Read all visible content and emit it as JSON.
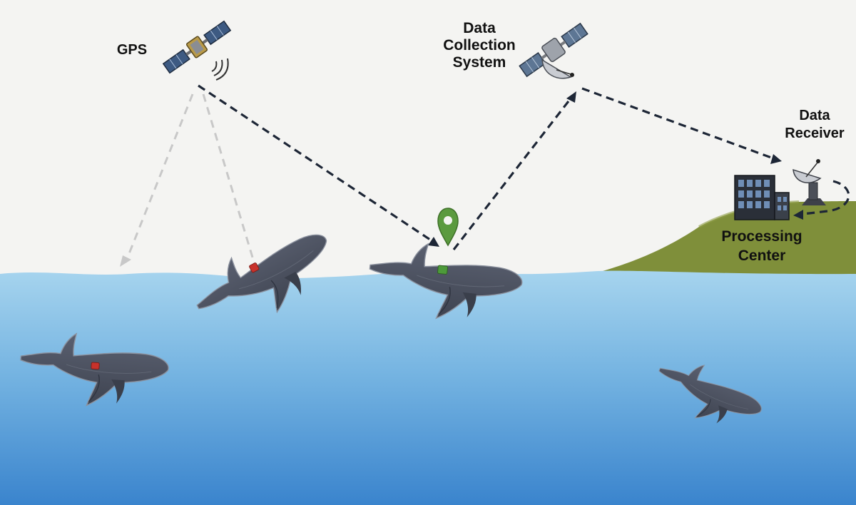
{
  "labels": {
    "gps": "GPS",
    "data_collection_system": [
      "Data",
      "Collection",
      "System"
    ],
    "data_receiver": [
      "Data",
      "Receiver"
    ],
    "processing_center": [
      "Processing",
      "Center"
    ]
  },
  "colors": {
    "sky": "#f4f4f2",
    "ocean_top": "#9fd0ec",
    "ocean_bottom": "#3d88cf",
    "land": "#7f8f3a",
    "whale": "#4b5160",
    "tag_inactive": "#c8322b",
    "tag_active": "#4d9a3a",
    "location_pin": "#5b9a3f",
    "link_active": "#1d2636",
    "link_inactive": "#c8c8c8"
  },
  "icons": [
    "gps-satellite-icon",
    "data-collection-satellite-icon",
    "satellite-dish-icon",
    "processing-building-icon",
    "location-pin-icon",
    "whale-icon",
    "tag-icon"
  ]
}
